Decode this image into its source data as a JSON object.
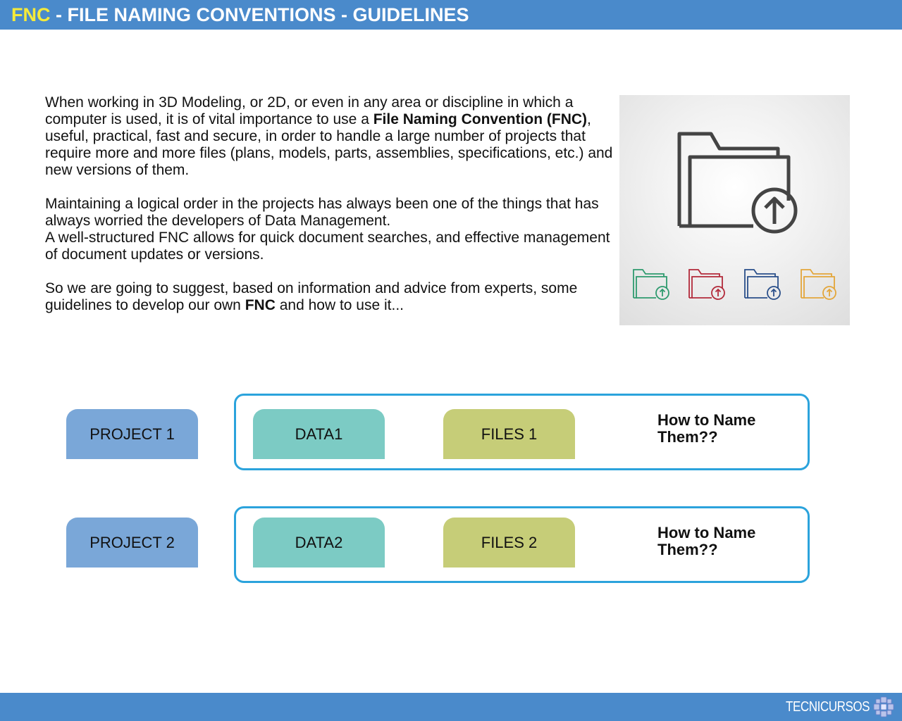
{
  "header": {
    "accent": "FNC",
    "title": " - FILE NAMING CONVENTIONS - GUIDELINES"
  },
  "intro": {
    "p1_a": "When working in 3D Modeling, or 2D, or even in any area or discipline in which a computer is used, it is of vital importance to use a ",
    "p1_bold": "File Naming Convention (FNC)",
    "p1_b": ", useful, practical, fast and secure, in order to handle a large number of projects that require more and more files (plans, models, parts, assemblies, specifications, etc.) and new versions of them.",
    "p2": "Maintaining a logical order in the projects has always been one of the things that has always worried the developers of Data Management.",
    "p3": "A well-structured FNC allows for quick document searches, and effective management of document updates or versions.",
    "p4_a": "So we are going to suggest, based on information and advice from experts, some guidelines to develop our own ",
    "p4_bold": "FNC",
    "p4_b": " and how to use it..."
  },
  "illustration": {
    "icon": "folder-upload-icon",
    "small_icon_colors": [
      "#2e9a6e",
      "#b22a3a",
      "#2a4f8a",
      "#e3a63a"
    ]
  },
  "rows": [
    {
      "project": "PROJECT 1",
      "data": "DATA1",
      "files": "FILES 1",
      "question": "How to Name Them??"
    },
    {
      "project": "PROJECT 2",
      "data": "DATA2",
      "files": "FILES 2",
      "question": "How to Name Them??"
    }
  ],
  "footer": {
    "brand": "TECNICURSOS"
  },
  "colors": {
    "header_bg": "#4a8acb",
    "accent": "#f5ea3a",
    "project": "#7aa7d8",
    "data": "#7ccbc4",
    "files": "#c6cd78",
    "frame": "#2ba3dc"
  }
}
